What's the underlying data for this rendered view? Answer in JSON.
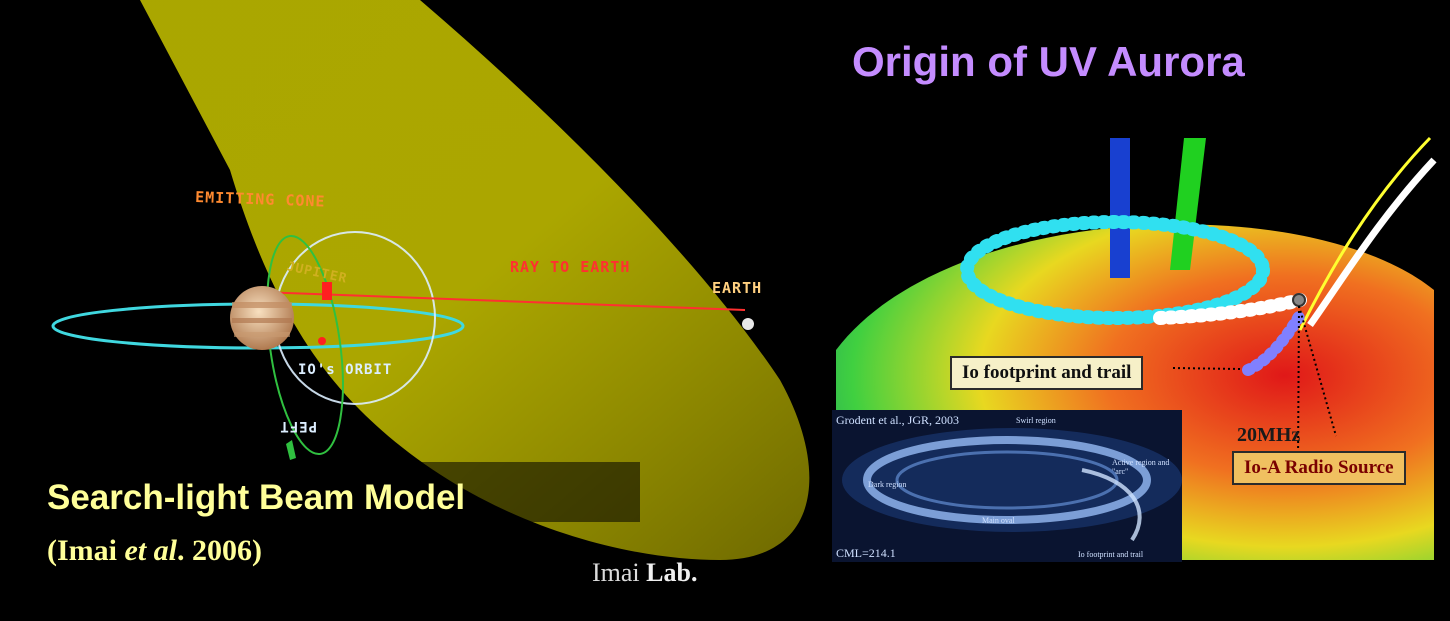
{
  "left": {
    "title": "Search-light Beam Model",
    "citation_prefix": "(Imai ",
    "citation_etal": "et al",
    "citation_suffix": ". 2006)",
    "credit_a": "Imai",
    "credit_b": " Lab.",
    "labels": {
      "emitting_cone": "EMITTING CONE",
      "jupiter": "JUPITER",
      "ray_to_earth": "RAY TO EARTH",
      "earth": "EARTH",
      "io_orbit": "IO's ORBIT",
      "peft": "PEFT"
    }
  },
  "right": {
    "title": "Origin of UV Aurora",
    "io_footprint": "Io footprint and trail",
    "freq": "20MHz",
    "radio_source": "Io-A Radio Source",
    "inset": {
      "citation": "Grodent et al., JGR, 2003",
      "cml": "CML=214.1",
      "small_labels": [
        "Swirl region",
        "Active region and \"arc\"",
        "Dark region",
        "Main oval",
        "Io footprint and trail"
      ]
    }
  },
  "colors": {
    "left_title": "#ffff99",
    "right_title": "#c48cff",
    "cone": "#d8d000",
    "orbit": "#40d8e0",
    "ray": "#ff3030",
    "label_orange": "#ff8a30"
  }
}
